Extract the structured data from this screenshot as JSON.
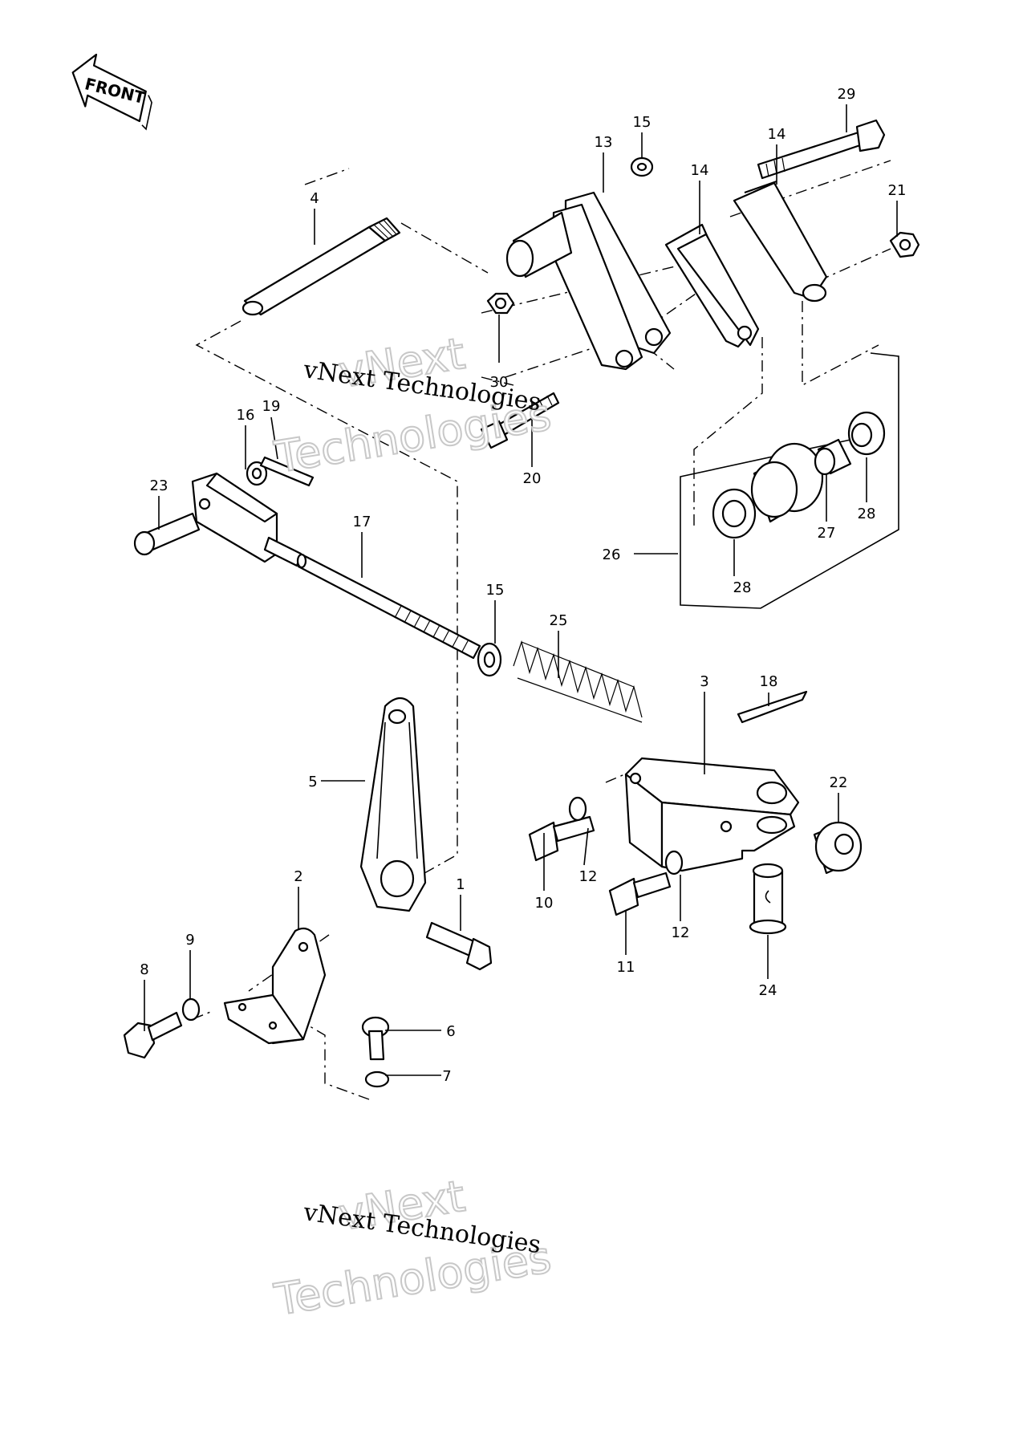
{
  "front_label": "FRONT",
  "watermarks": {
    "top": {
      "line1": "vNext",
      "line2": "vNext Technologies",
      "line3": "Technologies"
    },
    "bottom": {
      "line1": "vNext",
      "line2": "vNext Technologies",
      "line3": "Technologies"
    }
  },
  "callouts": [
    {
      "id": "c1",
      "text": "1"
    },
    {
      "id": "c2",
      "text": "2"
    },
    {
      "id": "c3",
      "text": "3"
    },
    {
      "id": "c4",
      "text": "4"
    },
    {
      "id": "c5",
      "text": "5"
    },
    {
      "id": "c6",
      "text": "6"
    },
    {
      "id": "c7",
      "text": "7"
    },
    {
      "id": "c8",
      "text": "8"
    },
    {
      "id": "c9",
      "text": "9"
    },
    {
      "id": "c10",
      "text": "10"
    },
    {
      "id": "c11",
      "text": "11"
    },
    {
      "id": "c12a",
      "text": "12"
    },
    {
      "id": "c12b",
      "text": "12"
    },
    {
      "id": "c13",
      "text": "13"
    },
    {
      "id": "c14a",
      "text": "14"
    },
    {
      "id": "c14b",
      "text": "14"
    },
    {
      "id": "c15a",
      "text": "15"
    },
    {
      "id": "c15b",
      "text": "15"
    },
    {
      "id": "c16",
      "text": "16"
    },
    {
      "id": "c17",
      "text": "17"
    },
    {
      "id": "c18",
      "text": "18"
    },
    {
      "id": "c19",
      "text": "19"
    },
    {
      "id": "c20",
      "text": "20"
    },
    {
      "id": "c21",
      "text": "21"
    },
    {
      "id": "c22",
      "text": "22"
    },
    {
      "id": "c23",
      "text": "23"
    },
    {
      "id": "c24",
      "text": "24"
    },
    {
      "id": "c25",
      "text": "25"
    },
    {
      "id": "c26",
      "text": "26"
    },
    {
      "id": "c27",
      "text": "27"
    },
    {
      "id": "c28a",
      "text": "28"
    },
    {
      "id": "c28b",
      "text": "28"
    },
    {
      "id": "c29",
      "text": "29"
    },
    {
      "id": "c30",
      "text": "30"
    }
  ]
}
